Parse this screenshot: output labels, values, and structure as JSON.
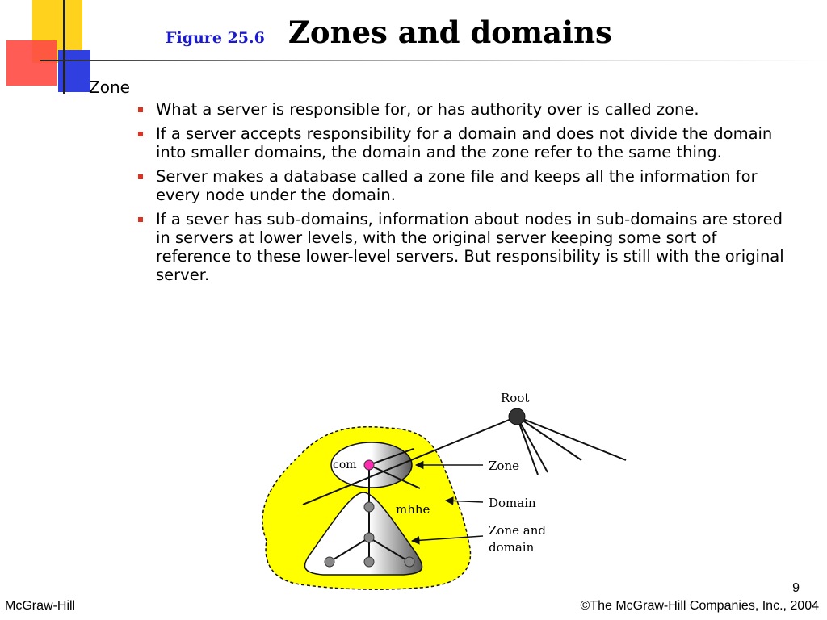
{
  "header": {
    "figure_label": "Figure 25.6",
    "title": "Zones and domains"
  },
  "content": {
    "heading": "Zone",
    "items": [
      "What a server is responsible for, or has authority over is called zone.",
      "If a server accepts responsibility for a domain and does not divide the domain into smaller domains, the domain and the zone refer to the same thing.",
      "Server makes a database called a zone file and keeps all the information for every node under the domain.",
      "If a sever has sub-domains, information about nodes in sub-domains are stored in servers at lower levels, with the original server keeping some sort of reference to these lower-level servers. But responsibility is still with the original server."
    ]
  },
  "diagram": {
    "root_label": "Root",
    "com_label": "com",
    "mhhe_label": "mhhe",
    "zone_label": "Zone",
    "domain_label": "Domain",
    "zone_and_domain_line1": "Zone and",
    "zone_and_domain_line2": "domain",
    "colors": {
      "domain_fill": "#ffff00",
      "com_node": "#ff2bb0",
      "root_node": "#333333"
    }
  },
  "footer": {
    "page_number": "9",
    "left": "McGraw-Hill",
    "right": "©The McGraw-Hill Companies, Inc., 2004"
  }
}
